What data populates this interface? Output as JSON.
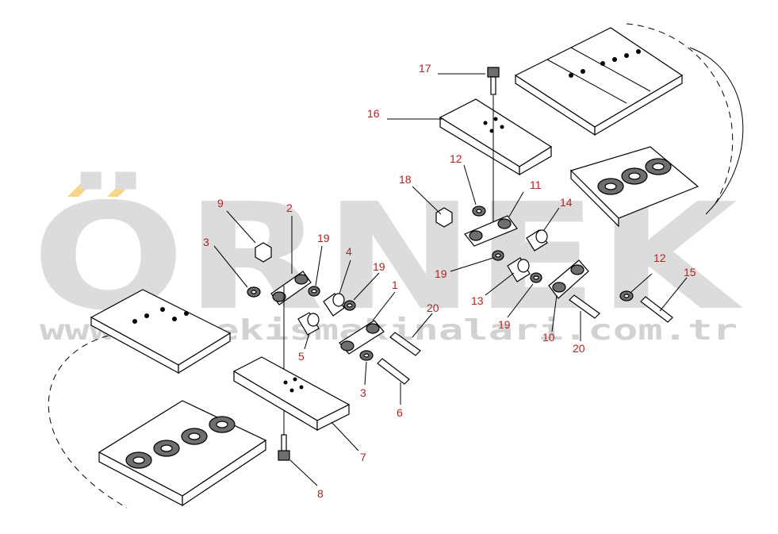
{
  "watermark": {
    "word": "ÖRNEK",
    "url": "www.ornekismakinalari.com.tr",
    "accent_color": "#f5d58a",
    "text_color": "#dcdcdc"
  },
  "callouts": {
    "c1": "1",
    "c2": "2",
    "c3a": "3",
    "c3b": "3",
    "c4": "4",
    "c5": "5",
    "c6": "6",
    "c7": "7",
    "c8": "8",
    "c9": "9",
    "c10": "10",
    "c11": "11",
    "c12a": "12",
    "c12b": "12",
    "c13": "13",
    "c14": "14",
    "c15": "15",
    "c16": "16",
    "c17": "17",
    "c18": "18",
    "c19a": "19",
    "c19b": "19",
    "c19c": "19",
    "c19d": "19",
    "c20a": "20",
    "c20b": "20"
  },
  "colors": {
    "callout": "#b22222",
    "line": "#000000"
  }
}
